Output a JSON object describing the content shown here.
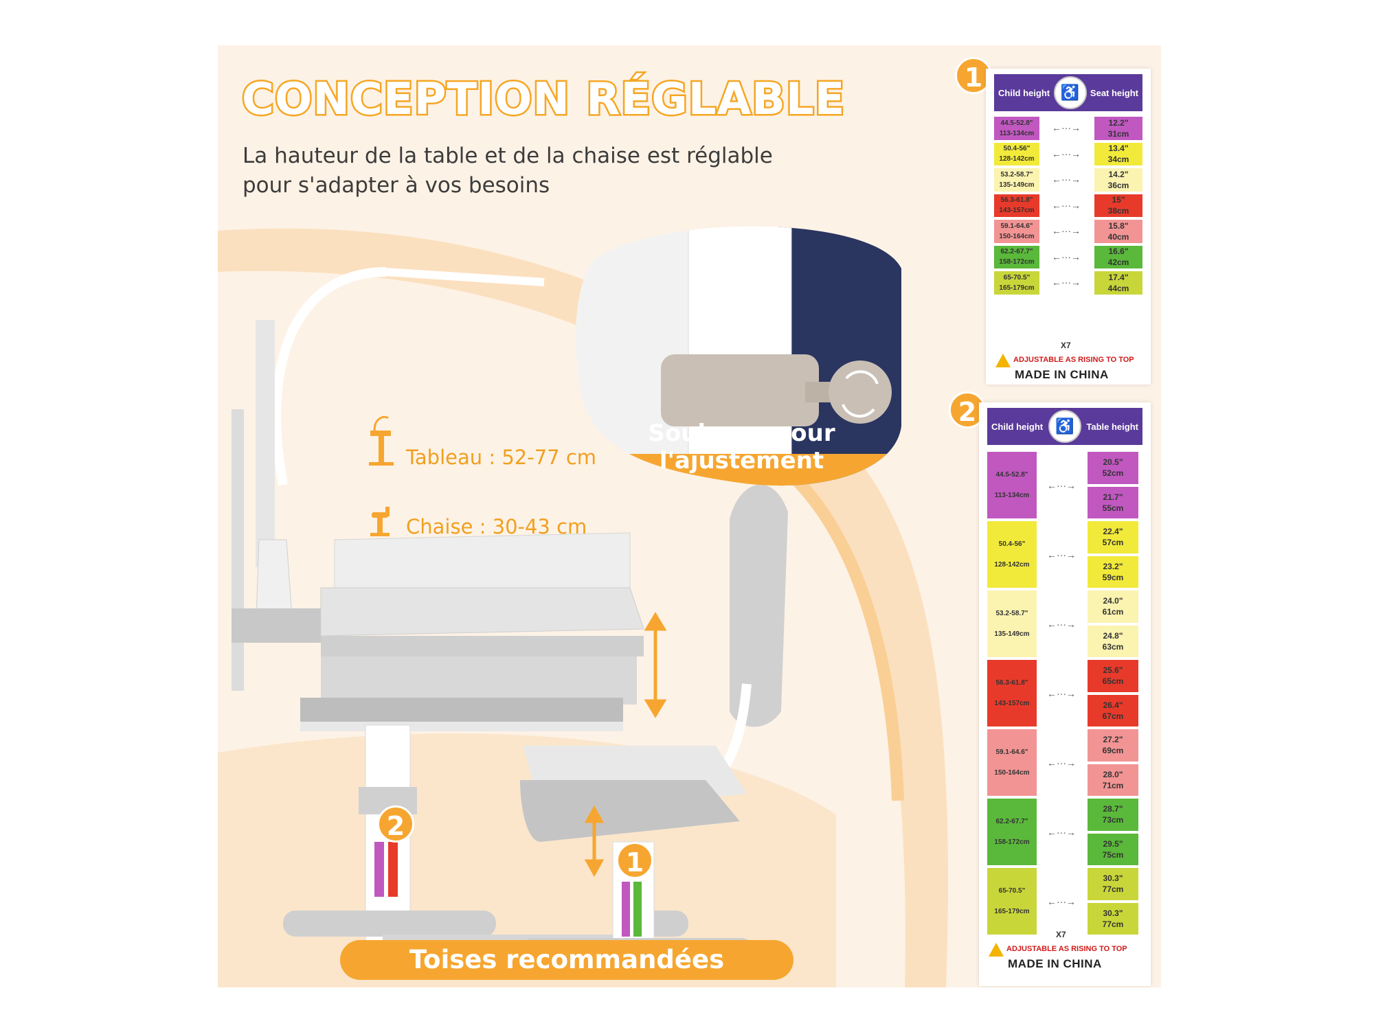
{
  "heading": {
    "title": "CONCEPTION RÉGLABLE",
    "subtitle_line1": "La hauteur de la table et de la chaise est réglable",
    "subtitle_line2": "pour s'adapter à vos besoins"
  },
  "specs": {
    "table": "Tableau : 52-77 cm",
    "chair": "Chaise : 30-43 cm"
  },
  "detail": {
    "label_line1": "Soulevez pour",
    "label_line2": "l'ajustement"
  },
  "bottom_label": "Toises recommandées",
  "markers": {
    "one": "1",
    "two": "2"
  },
  "colors": {
    "accent": "#f6a630",
    "background": "#fdf2e6",
    "header_purple": "#5a3a9a"
  },
  "chart1": {
    "number": "1",
    "left_header": "Child height",
    "right_header": "Seat height",
    "rows": [
      {
        "child_in": "44.5-52.8\"",
        "child_cm": "113-134cm",
        "seat_in": "12.2\"",
        "seat_cm": "31cm",
        "color": "#c058c0"
      },
      {
        "child_in": "50.4-56\"",
        "child_cm": "128-142cm",
        "seat_in": "13.4\"",
        "seat_cm": "34cm",
        "color": "#f2ea3a"
      },
      {
        "child_in": "53.2-58.7\"",
        "child_cm": "135-149cm",
        "seat_in": "14.2\"",
        "seat_cm": "36cm",
        "color": "#fbf3b0"
      },
      {
        "child_in": "56.3-61.8\"",
        "child_cm": "143-157cm",
        "seat_in": "15\"",
        "seat_cm": "38cm",
        "color": "#e83a2a"
      },
      {
        "child_in": "59.1-64.6\"",
        "child_cm": "150-164cm",
        "seat_in": "15.8\"",
        "seat_cm": "40cm",
        "color": "#f29494"
      },
      {
        "child_in": "62.2-67.7\"",
        "child_cm": "158-172cm",
        "seat_in": "16.6\"",
        "seat_cm": "42cm",
        "color": "#5ab83a"
      },
      {
        "child_in": "65-70.5\"",
        "child_cm": "165-179cm",
        "seat_in": "17.4\"",
        "seat_cm": "44cm",
        "color": "#c9d63a"
      }
    ],
    "multiplier": "X7",
    "warning": "ADJUSTABLE AS RISING TO TOP",
    "made_in": "MADE IN CHINA"
  },
  "chart2": {
    "number": "2",
    "left_header": "Child height",
    "right_header": "Table height",
    "rows": [
      {
        "child_in": "44.5-52.8\"",
        "child_cm": "113-134cm",
        "color": "#c058c0",
        "table": [
          {
            "in": "20.5\"",
            "cm": "52cm"
          },
          {
            "in": "21.7\"",
            "cm": "55cm"
          }
        ]
      },
      {
        "child_in": "50.4-56\"",
        "child_cm": "128-142cm",
        "color": "#f2ea3a",
        "table": [
          {
            "in": "22.4\"",
            "cm": "57cm"
          },
          {
            "in": "23.2\"",
            "cm": "59cm"
          }
        ]
      },
      {
        "child_in": "53.2-58.7\"",
        "child_cm": "135-149cm",
        "color": "#fbf3b0",
        "table": [
          {
            "in": "24.0\"",
            "cm": "61cm"
          },
          {
            "in": "24.8\"",
            "cm": "63cm"
          }
        ]
      },
      {
        "child_in": "56.3-61.8\"",
        "child_cm": "143-157cm",
        "color": "#e83a2a",
        "table": [
          {
            "in": "25.6\"",
            "cm": "65cm"
          },
          {
            "in": "26.4\"",
            "cm": "67cm"
          }
        ]
      },
      {
        "child_in": "59.1-64.6\"",
        "child_cm": "150-164cm",
        "color": "#f29494",
        "table": [
          {
            "in": "27.2\"",
            "cm": "69cm"
          },
          {
            "in": "28.0\"",
            "cm": "71cm"
          }
        ]
      },
      {
        "child_in": "62.2-67.7\"",
        "child_cm": "158-172cm",
        "color": "#5ab83a",
        "table": [
          {
            "in": "28.7\"",
            "cm": "73cm"
          },
          {
            "in": "29.5\"",
            "cm": "75cm"
          }
        ]
      },
      {
        "child_in": "65-70.5\"",
        "child_cm": "165-179cm",
        "color": "#c9d63a",
        "table": [
          {
            "in": "30.3\"",
            "cm": "77cm"
          },
          {
            "in": "30.3\"",
            "cm": "77cm"
          }
        ]
      }
    ],
    "multiplier": "X7",
    "warning": "ADJUSTABLE AS RISING TO TOP",
    "made_in": "MADE IN CHINA"
  }
}
